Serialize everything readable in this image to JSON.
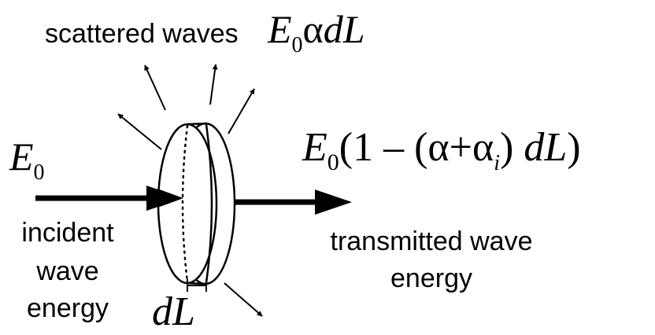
{
  "labels": {
    "scattered": "scattered waves",
    "incident_line1": "incident",
    "incident_line2": "wave",
    "incident_line3": "energy",
    "transmitted_line1": "transmitted wave",
    "transmitted_line2": "energy"
  },
  "formulas": {
    "scattered": {
      "E": "E",
      "sub0": "0",
      "alpha": "α",
      "dL": "dL"
    },
    "incident": {
      "E": "E",
      "sub0": "0"
    },
    "transmitted": {
      "E": "E",
      "sub0": "0",
      "open": "(1 – (α+α",
      "sub_i": "i",
      "close_paren": ")",
      "dL": "dL",
      "end": ")"
    },
    "thickness": {
      "dL": "dL"
    }
  }
}
